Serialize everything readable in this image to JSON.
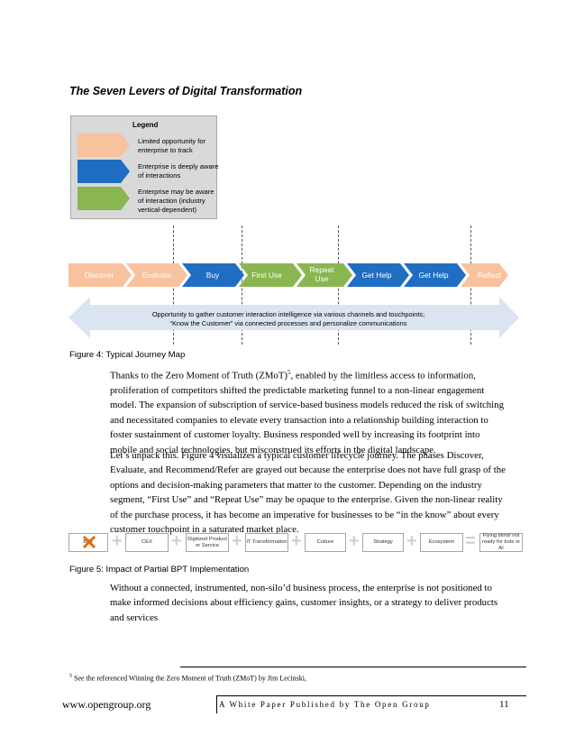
{
  "section_title": "The Seven Levers of Digital Transformation",
  "legend": {
    "title": "Legend",
    "items": [
      {
        "label": "Limited opportunity for enterprise to track",
        "color": "#f8c29e"
      },
      {
        "label": "Enterprise is deeply aware of interactions",
        "color": "#1f6ec2"
      },
      {
        "label": "Enterprise may be aware of interaction (industry vertical-dependent)",
        "color": "#8ab651"
      }
    ]
  },
  "journey": {
    "stages": [
      {
        "label": "Discover",
        "color": "#f8c29e"
      },
      {
        "label": "Evaluate",
        "color": "#f8c29e"
      },
      {
        "label": "Buy",
        "color": "#1f6ec2"
      },
      {
        "label": "First Use",
        "color": "#8ab651"
      },
      {
        "label": "Repeat Use",
        "color": "#8ab651"
      },
      {
        "label": "Get Help",
        "color": "#1f6ec2"
      },
      {
        "label": "Get Help",
        "color": "#1f6ec2"
      },
      {
        "label": "Reflect",
        "color": "#f8c29e"
      }
    ],
    "arrow_text_1": "Opportunity to gather customer interaction intelligence via various channels and touchpoints;",
    "arrow_text_2": "“Know the Customer” via connected processes and personalize communications"
  },
  "figure4_caption": "Figure 4: Typical Journey Map",
  "para1": "Thanks to the Zero Moment of Truth (ZMoT)5, enabled by the limitless access to information, proliferation of competitors shifted the predictable marketing funnel to a non-linear engagement model. The expansion of subscription of service-based business models reduced the risk of switching and necessitated companies to elevate every transaction into a relationship building interaction to foster sustainment of customer loyalty. Business responded well by increasing its footprint into mobile and social technologies, but misconstrued its efforts in the digital landscape.",
  "para2": "Let’s unpack this. Figure 4 visualizes a typical customer lifecycle journey. The phases Discover, Evaluate, and Recommend/Refer are grayed out because the enterprise does not have full grasp of the options and decision-making parameters that matter to the customer. Depending on the industry segment, “First Use” and “Repeat Use” may be opaque to the enterprise. Given the non-linear reality of the purchase process, it has become an imperative for businesses to be “in the know” about every customer touchpoint in a saturated market place.",
  "equation": {
    "items": [
      "BPT",
      "CEX",
      "Digitized Product or Service",
      "IT Transformation",
      "Culture",
      "Strategy",
      "Ecosystem",
      "Flying blind/ not ready for bots or AI"
    ],
    "plus": "+",
    "equals": "="
  },
  "figure5_caption": "Figure 5: Impact of Partial BPT Implementation",
  "para3": "Without a connected, instrumented, non-silo’d business process, the enterprise is not positioned to make informed decisions about efficiency gains, customer insights, or a strategy to deliver products and services",
  "footnote": "5 See the referenced Winning the Zero Moment of Truth (ZMoT) by Jim Lecinski,",
  "footer": {
    "url": "www.opengroup.org",
    "publisher": "A White Paper Published by The Open Group",
    "page": "11"
  }
}
